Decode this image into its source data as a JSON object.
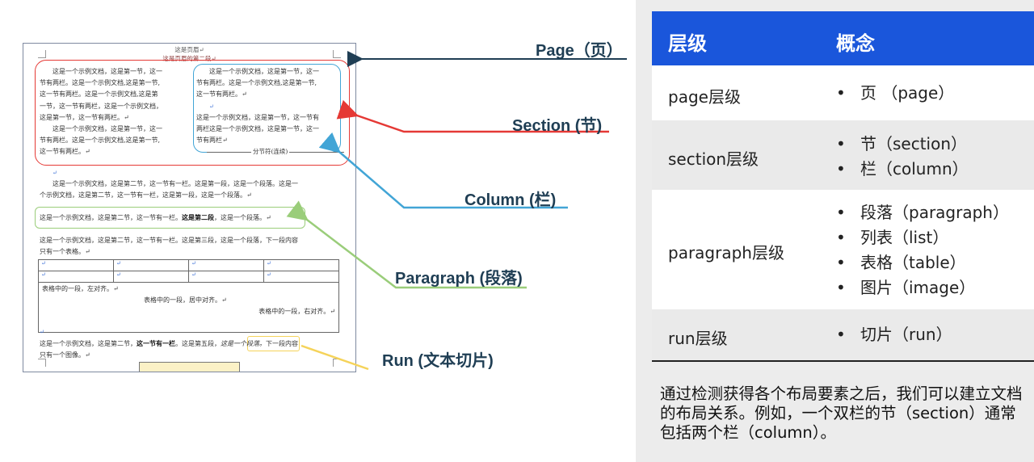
{
  "document": {
    "header_line1": "这是页眉↵",
    "header_line2": "这是页眉的第二段↵",
    "left_col": [
      "这是一个示例文档，这是第一节，这一",
      "节有两栏。这是一个示例文档,这是第一节,",
      "这一节有两栏。这是一个示例文档,这是第",
      "一节，这一节有两栏，这是一个示例文档，",
      "这是第一节，这一节有两栏。↵",
      "这是一个示例文档，这是第一节，这一",
      "节有两栏。这是一个示例文档,这是第一节,",
      "这一节有两栏。↵"
    ],
    "right_col": [
      "这是一个示例文档，这是第一节，这一",
      "节有两栏。这是一个示例文档,这是第一节,",
      "这一节有两栏。↵",
      "↵",
      "这是一个示例文档，这是第一节，这一节有",
      "两栏这是一个示例文档，这是第一节，这一",
      "节有两栏↵"
    ],
    "section_break": "分节符(连续)",
    "p_empty1": "↵",
    "p1": [
      "这是一个示例文档，这是第二节，这一节有一栏。这是第一段，这是一个段落。这是一",
      "个示例文档，这是第二节，这一节有一栏，这是第一段，这是一个段落。↵"
    ],
    "p2_normal": "这是一个示例文档，这是第二节，这一节有一栏。",
    "p2_bold": "这是第二段",
    "p2_tail": "，这是一个段落。↵",
    "p3": [
      "这是一个示例文档，这是第二节，这一节有一栏。这是第三段，这是一个段落，下一段内容",
      "只有一个表格。↵"
    ],
    "table_mark": "↵",
    "table_cells": [
      "表格中的一段，左对齐。↵",
      "表格中的一段，居中对齐。↵",
      "表格中的一段，右对齐。↵"
    ],
    "p_empty2": "↵",
    "p5_normal": "这是一个示例文档，这是第二节，",
    "p5_bold": "这一节有一栏",
    "p5_mid": "。这是第五段，",
    "p5_italic": "这是一个段落。",
    "p5_tail": "下一段内容",
    "p5_line2": "只有一个图像。↵"
  },
  "labels": {
    "page": "Page（页）",
    "section": "Section (节)",
    "column": "Column (栏)",
    "paragraph": "Paragraph (段落)",
    "run": "Run (文本切片)"
  },
  "colors": {
    "page": "#1f3e54",
    "section": "#e53935",
    "column": "#42a5d6",
    "paragraph": "#9acd7a",
    "run": "#f5d35a",
    "table_header": "#1a56db"
  },
  "table": {
    "header_level": "层级",
    "header_concept": "概念",
    "rows": [
      {
        "level": "page层级",
        "concepts": [
          "页 （page）"
        ]
      },
      {
        "level": "section层级",
        "concepts": [
          "节（section）",
          "栏（column）"
        ]
      },
      {
        "level": "paragraph层级",
        "concepts": [
          "段落（paragraph）",
          "列表（list）",
          "表格（table）",
          "图片（image）"
        ]
      },
      {
        "level": "run层级",
        "concepts": [
          "切片（run）"
        ]
      }
    ]
  },
  "caption": "通过检测获得各个布局要素之后，我们可以建立文档的布局关系。例如，一个双栏的节（section）通常包括两个栏（column）。"
}
